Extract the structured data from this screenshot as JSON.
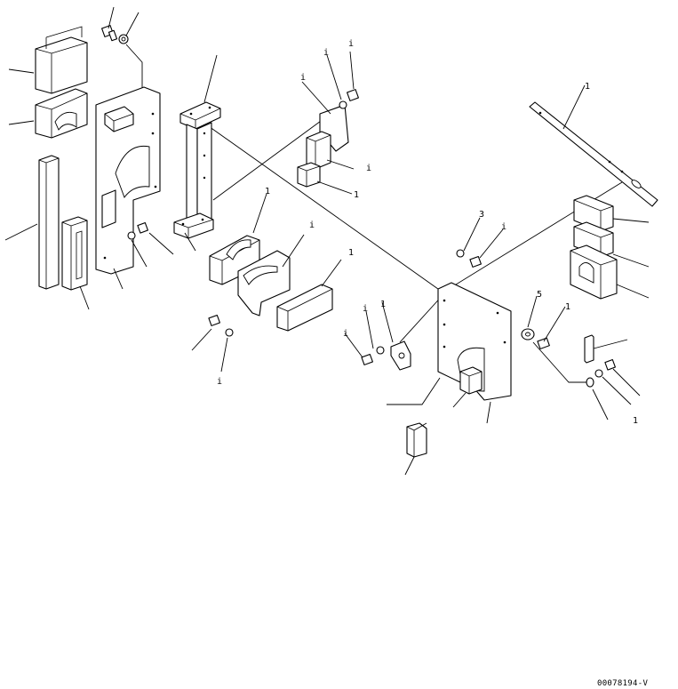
{
  "drawing_number": "00078194-V",
  "callouts": {
    "c1": "1",
    "c2": "i",
    "c3": "i",
    "c4": "3",
    "c5": "i",
    "c6": "5",
    "c7": "1",
    "c8": "i",
    "c9": "i",
    "c10": "i",
    "c11": "1",
    "c12": "i",
    "c13": "1",
    "c14": "1",
    "c15": "i",
    "c16": "1",
    "c17": "i",
    "c18": "1"
  }
}
